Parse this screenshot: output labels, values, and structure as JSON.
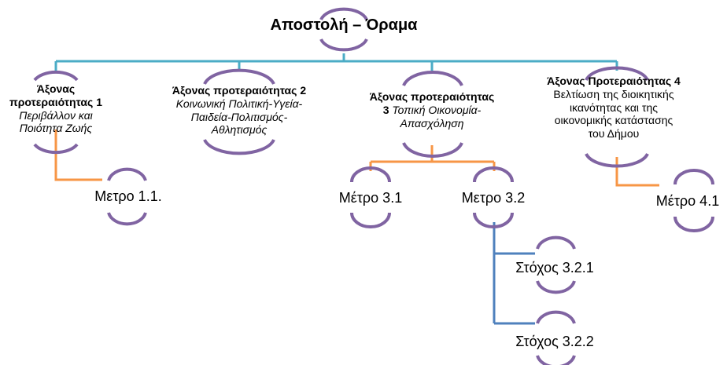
{
  "root": {
    "title": "Αποστολή – Όραμα"
  },
  "axes": [
    {
      "name_line1": "Άξονας",
      "name_line2": "προτεραιότητας 1",
      "desc_line1": "Περιβάλλον και",
      "desc_line2": "Ποιότητα Ζωής"
    },
    {
      "name": "Άξονας προτεραιότητας 2",
      "desc_line1": "Κοινωνική Πολιτική-Υγεία-",
      "desc_line2": "Παιδεία-Πολιτισμός-",
      "desc_line3": "Αθλητισμός"
    },
    {
      "name": "Άξονας προτεραιότητας",
      "num": "3",
      "desc_line1": "Τοπική Οικονομία-",
      "desc_line2": "Απασχόληση"
    },
    {
      "name": "Άξονας Προτεραιότητας 4",
      "desc_line1": "Βελτίωση της διοικητικής",
      "desc_line2": "ικανότητας και της",
      "desc_line3": "οικονομικής κατάστασης",
      "desc_line4": "του Δήμου"
    }
  ],
  "measures": {
    "m11": "Μετρο 1.1.",
    "m31": "Μέτρο 3.1",
    "m32": "Μετρο 3.2",
    "m41": "Μέτρο 4.1"
  },
  "targets": {
    "t321": "Στόχος 3.2.1",
    "t322": "Στόχος 3.2.2"
  },
  "colors": {
    "teal": "#4bacc6",
    "orange": "#f79646",
    "blue": "#4f81bd",
    "node_arc": "#8064a2"
  }
}
